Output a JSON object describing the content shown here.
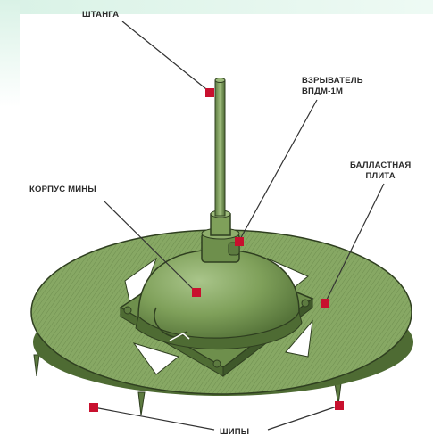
{
  "colors": {
    "body_green": "#7fa05a",
    "body_dark": "#4e6b33",
    "plate_green": "#86a663",
    "marker_red": "#c8102e",
    "leader": "#333333",
    "bg_tint": "#e6f6ef"
  },
  "labels": {
    "rod": "ШТАНГА",
    "fuze_line1": "ВЗРЫВАТЕЛЬ",
    "fuze_line2": "ВПДМ-1М",
    "plate_line1": "БАЛЛАСТНАЯ",
    "plate_line2": "ПЛИТА",
    "body": "КОРПУС МИНЫ",
    "spikes": "ШИПЫ"
  }
}
